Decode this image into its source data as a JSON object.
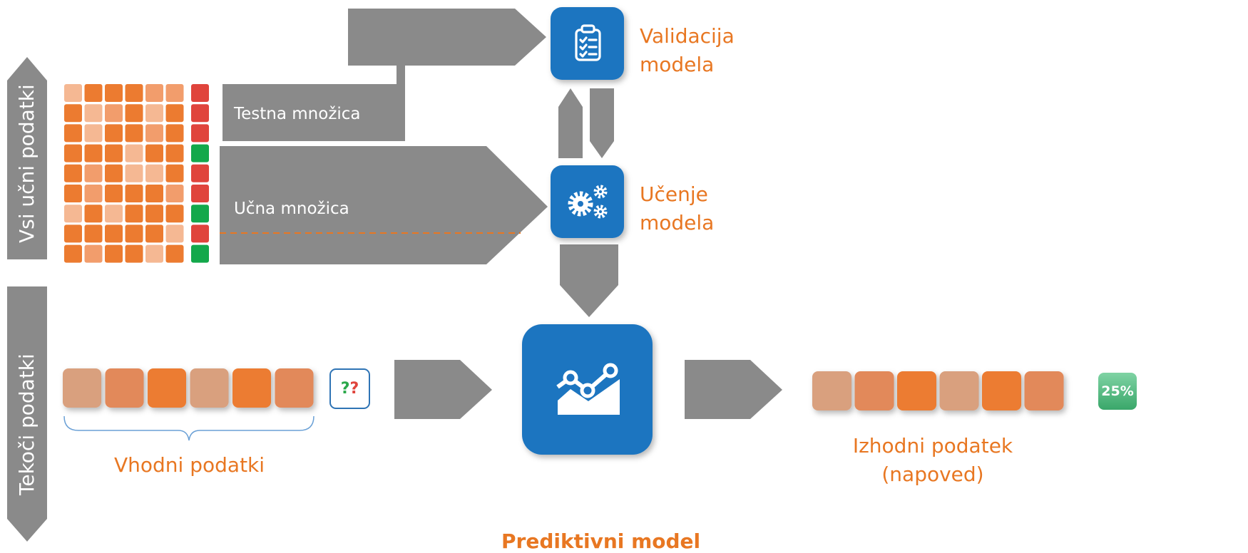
{
  "side_labels": {
    "training": "Vsi učni podatki",
    "streaming": "Tekoči podatki"
  },
  "arrows": {
    "test_set": "Testna množica",
    "train_set": "Učna množica"
  },
  "steps": {
    "validation_line1": "Validacija",
    "validation_line2": "modela",
    "training_line1": "Učenje",
    "training_line2": "modela",
    "predictive_model": "Prediktivni model"
  },
  "io": {
    "input_caption": "Vhodni podatki",
    "unknown_symbol_1": "?",
    "unknown_symbol_2": "?",
    "output_caption_line1": "Izhodni podatek",
    "output_caption_line2": "(napoved)",
    "prediction_value": "25%"
  },
  "colors": {
    "accent": "#e87722",
    "blue": "#1f74c0",
    "gray": "#8a8a8a",
    "label_red": "#e0443c",
    "label_green": "#13a84b",
    "q_green": "#2aa84a",
    "q_red": "#e0443c"
  },
  "icons": [
    "clipboard-check-icon",
    "gears-icon",
    "trend-chart-icon"
  ],
  "matrix": {
    "shades": [
      [
        0,
        1,
        1,
        1,
        2,
        2
      ],
      [
        1,
        0,
        2,
        1,
        0,
        1
      ],
      [
        1,
        0,
        1,
        1,
        2,
        1
      ],
      [
        1,
        1,
        1,
        0,
        1,
        1
      ],
      [
        1,
        2,
        1,
        0,
        0,
        1
      ],
      [
        1,
        2,
        1,
        1,
        1,
        2
      ],
      [
        0,
        1,
        0,
        1,
        1,
        1
      ],
      [
        1,
        1,
        1,
        1,
        1,
        0
      ],
      [
        1,
        2,
        1,
        1,
        0,
        1
      ]
    ],
    "labels": [
      "red",
      "red",
      "red",
      "green",
      "red",
      "red",
      "green",
      "red",
      "green"
    ]
  },
  "input_row": [
    3,
    4,
    1,
    3,
    1,
    4
  ],
  "output_row": [
    3,
    4,
    1,
    3,
    1,
    4
  ]
}
